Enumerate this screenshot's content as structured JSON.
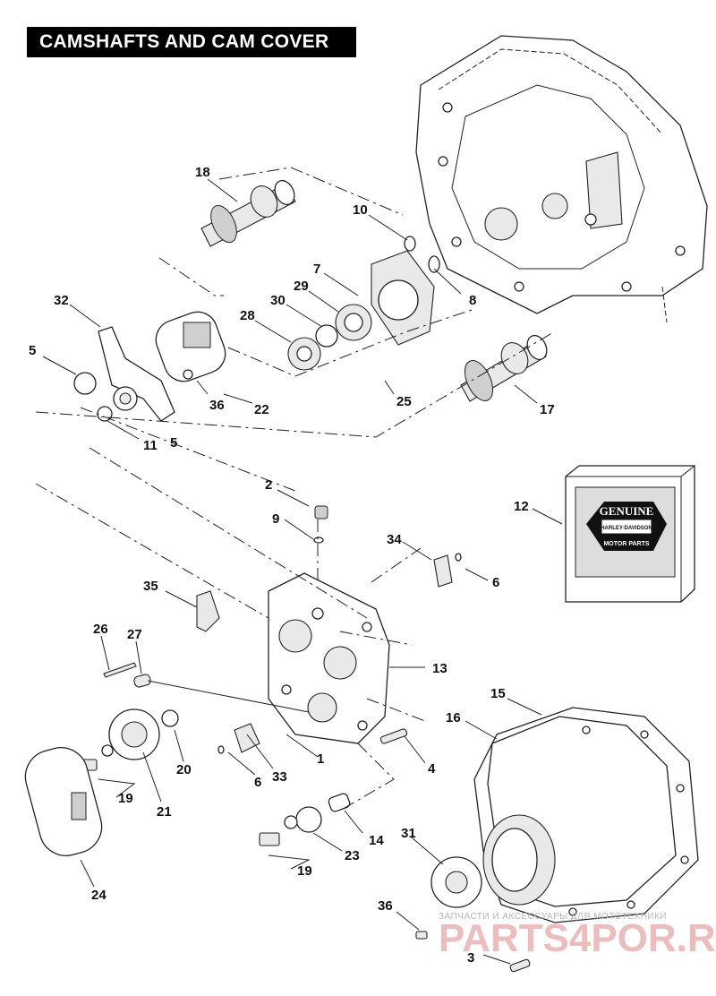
{
  "title": "CAMSHAFTS AND CAM COVER",
  "callouts": [
    {
      "id": "c18",
      "label": "18"
    },
    {
      "id": "c10",
      "label": "10"
    },
    {
      "id": "c7",
      "label": "7"
    },
    {
      "id": "c29",
      "label": "29"
    },
    {
      "id": "c30",
      "label": "30"
    },
    {
      "id": "c28",
      "label": "28"
    },
    {
      "id": "c8",
      "label": "8"
    },
    {
      "id": "c32",
      "label": "32"
    },
    {
      "id": "c5a",
      "label": "5"
    },
    {
      "id": "c36a",
      "label": "36"
    },
    {
      "id": "c22",
      "label": "22"
    },
    {
      "id": "c25",
      "label": "25"
    },
    {
      "id": "c17",
      "label": "17"
    },
    {
      "id": "c11",
      "label": "11"
    },
    {
      "id": "c5b",
      "label": "5"
    },
    {
      "id": "c2",
      "label": "2"
    },
    {
      "id": "c9",
      "label": "9"
    },
    {
      "id": "c12",
      "label": "12"
    },
    {
      "id": "c34",
      "label": "34"
    },
    {
      "id": "c6a",
      "label": "6"
    },
    {
      "id": "c35",
      "label": "35"
    },
    {
      "id": "c26",
      "label": "26"
    },
    {
      "id": "c27",
      "label": "27"
    },
    {
      "id": "c13",
      "label": "13"
    },
    {
      "id": "c15",
      "label": "15"
    },
    {
      "id": "c16",
      "label": "16"
    },
    {
      "id": "c20",
      "label": "20"
    },
    {
      "id": "c1",
      "label": "1"
    },
    {
      "id": "c4",
      "label": "4"
    },
    {
      "id": "c6b",
      "label": "6"
    },
    {
      "id": "c33",
      "label": "33"
    },
    {
      "id": "c19a",
      "label": "19"
    },
    {
      "id": "c21",
      "label": "21"
    },
    {
      "id": "c14",
      "label": "14"
    },
    {
      "id": "c31",
      "label": "31"
    },
    {
      "id": "c23",
      "label": "23"
    },
    {
      "id": "c19b",
      "label": "19"
    },
    {
      "id": "c24",
      "label": "24"
    },
    {
      "id": "c36b",
      "label": "36"
    },
    {
      "id": "c3",
      "label": "3"
    }
  ],
  "badge": {
    "top": "GENUINE",
    "middle": "HARLEY-DAVIDSON",
    "bottom": "MOTOR PARTS"
  },
  "watermark": {
    "line1": "ЗАПЧАСТИ И АКСЕССУАРЫ ДЛЯ МОТОТЕХНИКИ",
    "line2": "PARTS4POR.RU"
  }
}
